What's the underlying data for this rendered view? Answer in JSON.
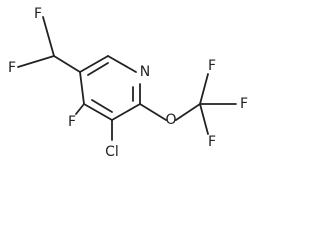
{
  "molecule": {
    "atoms": {
      "f_chf2_top": "F",
      "f_chf2_left": "F",
      "n_ring": "N",
      "f_ring": "F",
      "cl": "Cl",
      "o": "O",
      "f_cf3_top": "F",
      "f_cf3_right": "F",
      "f_cf3_bottom": "F"
    }
  }
}
